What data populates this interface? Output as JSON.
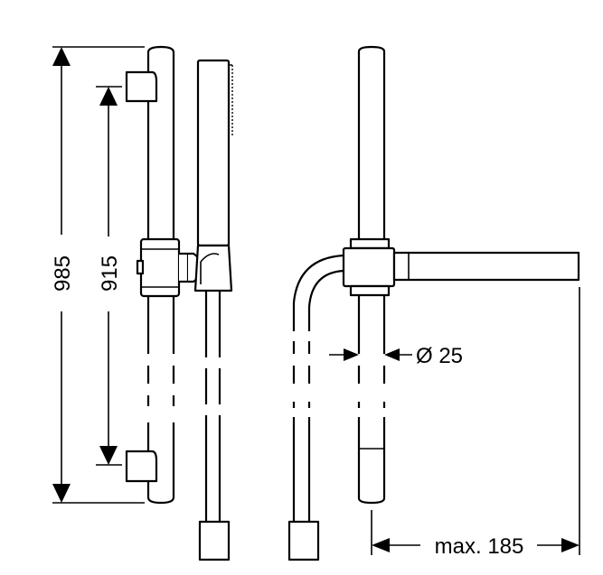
{
  "dimensions": {
    "total_height": "985",
    "bracket_spacing": "915",
    "rail_diameter": "Ø 25",
    "max_projection": "max. 185"
  },
  "colors": {
    "line": "#000000",
    "background": "#ffffff"
  }
}
